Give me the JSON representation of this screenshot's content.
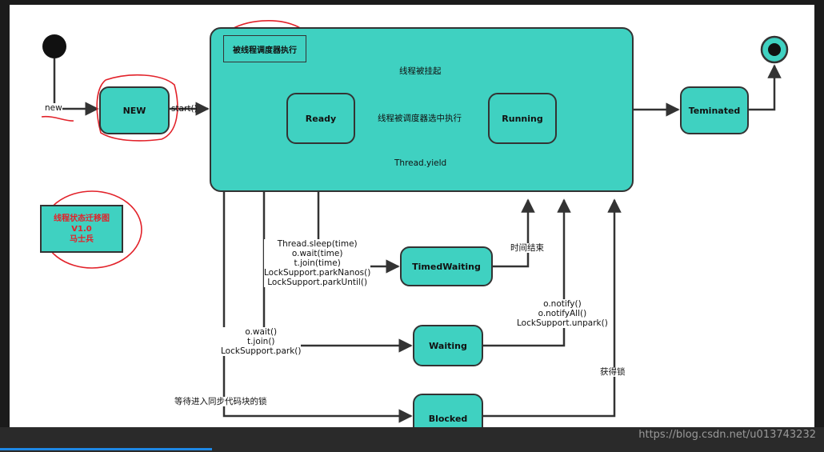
{
  "diagram": {
    "main_group_label": "被线程调度器执行",
    "legend": {
      "title": "线程状态迁移图",
      "version": "V1.0",
      "author": "马士兵"
    },
    "states": {
      "new": "NEW",
      "ready": "Ready",
      "running": "Running",
      "terminated": "Teminated",
      "timed_waiting": "TimedWaiting",
      "waiting": "Waiting",
      "blocked": "Blocked"
    },
    "edges": {
      "new_label": "new",
      "start": "start()",
      "suspended": "线程被挂起",
      "scheduled": "线程被调度器选中执行",
      "yield": "Thread.yield",
      "timed_calls": [
        "Thread.sleep(time)",
        "o.wait(time)",
        "t.join(time)",
        "LockSupport.parkNanos()",
        "LockSupport.parkUntil()"
      ],
      "time_end": "时间结束",
      "wait_calls": [
        "o.wait()",
        "t.join()",
        "LockSupport.park()"
      ],
      "notify_calls": [
        "o.notify()",
        "o.notifyAll()",
        "LockSupport.unpark()"
      ],
      "wait_lock": "等待进入同步代码块的锁",
      "acquire_lock": "获得锁"
    }
  },
  "watermark": "https://blog.csdn.net/u013743232"
}
